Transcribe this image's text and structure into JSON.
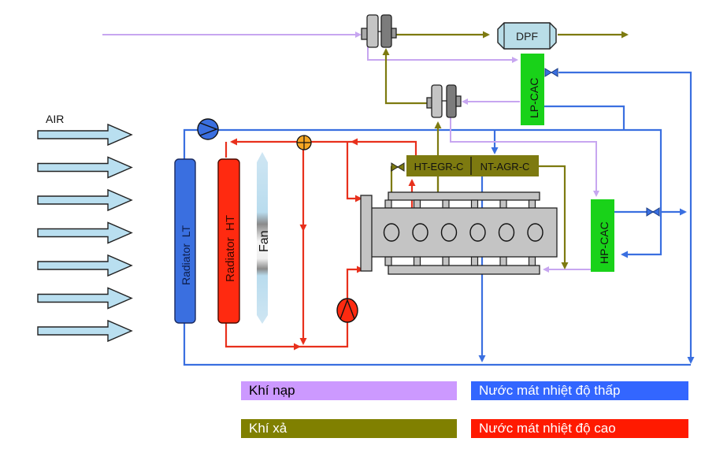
{
  "diagram": {
    "air_label": "AIR",
    "components": {
      "dpf": "DPF",
      "lp_cac": "LP-CAC",
      "hp_cac": "HP-CAC",
      "ht_egr_c": "HT-EGR-C",
      "nt_agr_c": "NT-AGR-C",
      "radiator_lt": "Radiator  LT",
      "radiator_ht": "Radiator  HT",
      "fan": "Fan"
    },
    "air_arrow_count": 7,
    "engine_cylinder_count": 6
  },
  "legend": [
    {
      "label": "Khí nạp",
      "color": "#cc99ff",
      "text_color": "#000000"
    },
    {
      "label": "Nước mát nhiệt độ thấp",
      "color": "#3366ff",
      "text_color": "#ffffff"
    },
    {
      "label": "Khí xả",
      "color": "#808000",
      "text_color": "#ffffff"
    },
    {
      "label": "Nước mát nhiệt độ cao",
      "color": "#ff1a00",
      "text_color": "#ffffff"
    }
  ],
  "colors": {
    "intake_air": "#c7a6f0",
    "exhaust": "#7d7a10",
    "low_temp_coolant": "#3a6fe0",
    "high_temp_coolant": "#e8301c",
    "cooler_green": "#19d219"
  }
}
